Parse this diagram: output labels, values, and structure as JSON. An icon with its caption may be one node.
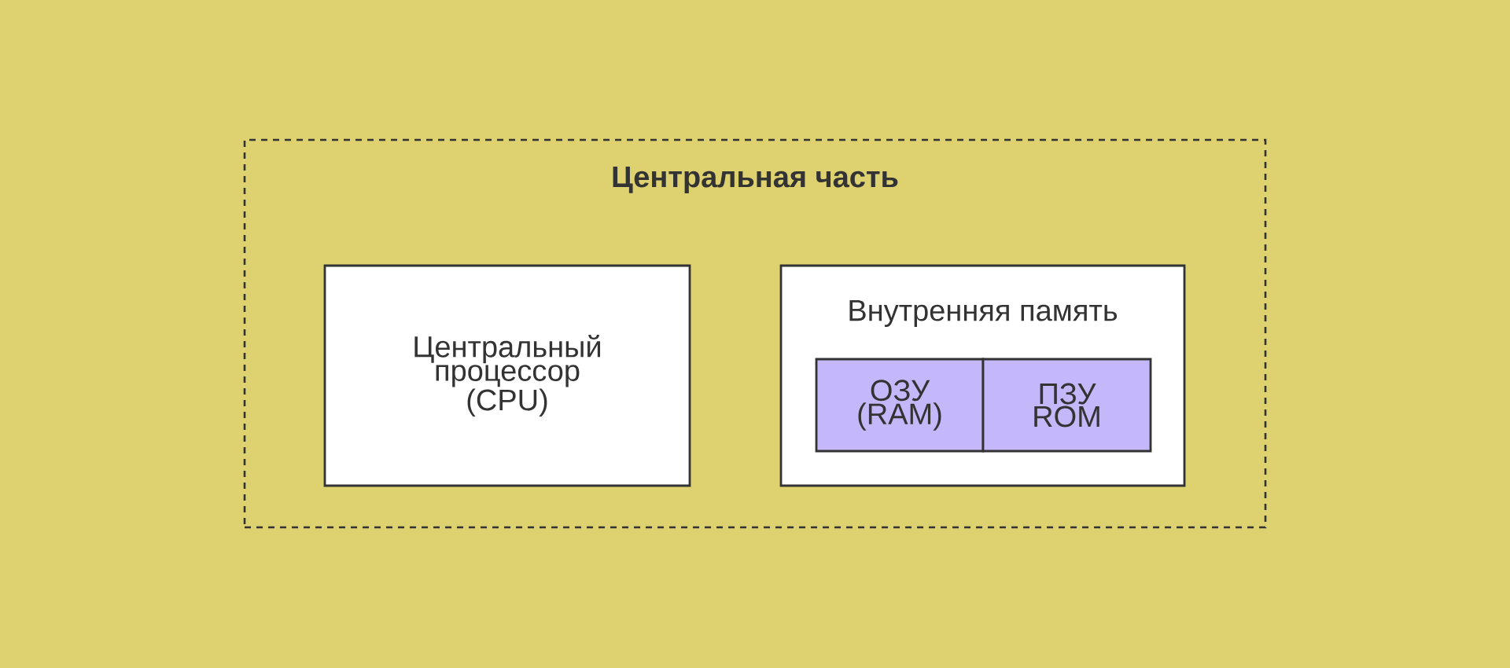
{
  "diagram": {
    "nodes": [
      {
        "text": [
          "Центральная часть"
        ]
      },
      {
        "text": [
          "Центральный процессор (CPU)"
        ],
        "in": 0
      },
      {
        "text": [
          "Внутренняя память"
        ],
        "in": 0
      },
      {
        "text": [
          "ОЗУ (RAM)"
        ],
        "in": 2
      },
      {
        "text": [
          "ПЗУ ROM"
        ],
        "in": 2
      }
    ]
  }
}
